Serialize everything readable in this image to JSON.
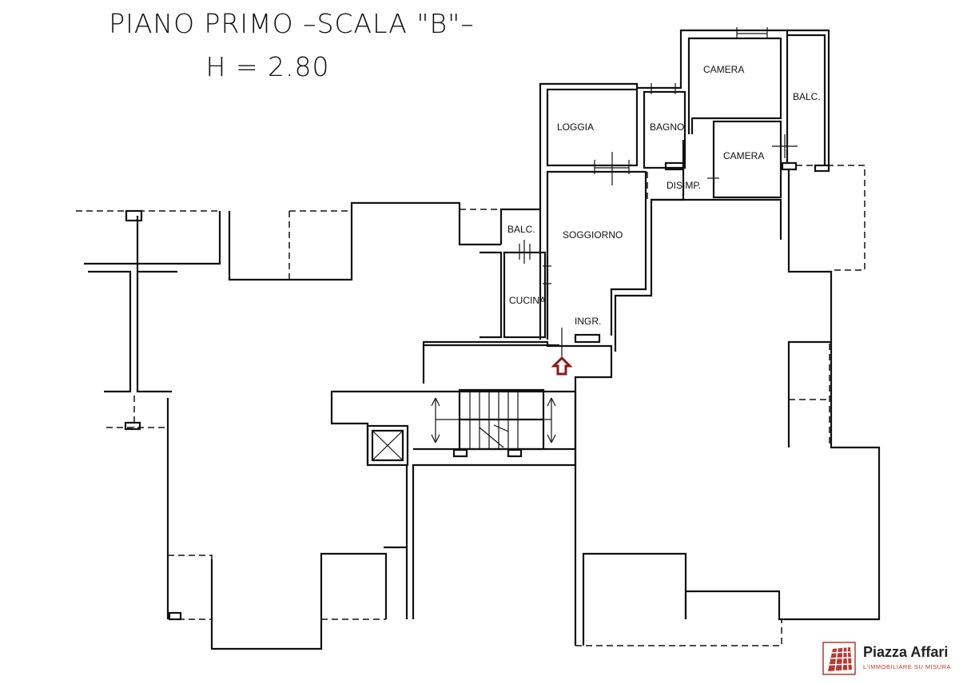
{
  "title": {
    "line1": "PIANO PRIMO –SCALA \"B\"–",
    "line2": "H = 2.80"
  },
  "rooms": {
    "loggia": "LOGGIA",
    "bagno": "BAGNO",
    "camera1": "CAMERA",
    "camera2": "CAMERA",
    "balc_right": "BALC.",
    "disimp": "DISIMP.",
    "balc_small": "BALC.",
    "soggiorno": "SOGGIORNO",
    "cucina": "CUCINA",
    "ingr": "INGR."
  },
  "entrance_marker": {
    "icon": "up-arrow-icon",
    "color": "#8b1a1a"
  },
  "logo": {
    "name": "Piazza Affari",
    "tagline": "L'IMMOBILIARE SU MISURA",
    "color": "#b43a34"
  }
}
